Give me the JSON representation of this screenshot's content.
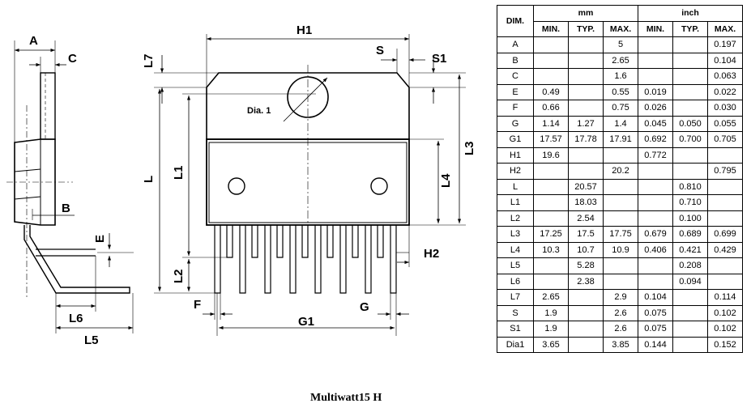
{
  "caption": "Multiwatt15 H",
  "diagram_labels": {
    "A": "A",
    "C": "C",
    "B": "B",
    "E": "E",
    "L5": "L5",
    "L6": "L6",
    "H1": "H1",
    "S": "S",
    "S1": "S1",
    "L7": "L7",
    "L": "L",
    "L1": "L1",
    "L2": "L2",
    "L3": "L3",
    "L4": "L4",
    "H2": "H2",
    "F": "F",
    "G": "G",
    "G1": "G1",
    "Dia1": "Dia. 1"
  },
  "table": {
    "header": {
      "dim": "DIM.",
      "mm": "mm",
      "inch": "inch"
    },
    "subheader": [
      "MIN.",
      "TYP.",
      "MAX.",
      "MIN.",
      "TYP.",
      "MAX."
    ],
    "rows": [
      [
        "A",
        "",
        "",
        "5",
        "",
        "",
        "0.197"
      ],
      [
        "B",
        "",
        "",
        "2.65",
        "",
        "",
        "0.104"
      ],
      [
        "C",
        "",
        "",
        "1.6",
        "",
        "",
        "0.063"
      ],
      [
        "E",
        "0.49",
        "",
        "0.55",
        "0.019",
        "",
        "0.022"
      ],
      [
        "F",
        "0.66",
        "",
        "0.75",
        "0.026",
        "",
        "0.030"
      ],
      [
        "G",
        "1.14",
        "1.27",
        "1.4",
        "0.045",
        "0.050",
        "0.055"
      ],
      [
        "G1",
        "17.57",
        "17.78",
        "17.91",
        "0.692",
        "0.700",
        "0.705"
      ],
      [
        "H1",
        "19.6",
        "",
        "",
        "0.772",
        "",
        ""
      ],
      [
        "H2",
        "",
        "",
        "20.2",
        "",
        "",
        "0.795"
      ],
      [
        "L",
        "",
        "20.57",
        "",
        "",
        "0.810",
        ""
      ],
      [
        "L1",
        "",
        "18.03",
        "",
        "",
        "0.710",
        ""
      ],
      [
        "L2",
        "",
        "2.54",
        "",
        "",
        "0.100",
        ""
      ],
      [
        "L3",
        "17.25",
        "17.5",
        "17.75",
        "0.679",
        "0.689",
        "0.699"
      ],
      [
        "L4",
        "10.3",
        "10.7",
        "10.9",
        "0.406",
        "0.421",
        "0.429"
      ],
      [
        "L5",
        "",
        "5.28",
        "",
        "",
        "0.208",
        ""
      ],
      [
        "L6",
        "",
        "2.38",
        "",
        "",
        "0.094",
        ""
      ],
      [
        "L7",
        "2.65",
        "",
        "2.9",
        "0.104",
        "",
        "0.114"
      ],
      [
        "S",
        "1.9",
        "",
        "2.6",
        "0.075",
        "",
        "0.102"
      ],
      [
        "S1",
        "1.9",
        "",
        "2.6",
        "0.075",
        "",
        "0.102"
      ],
      [
        "Dia1",
        "3.65",
        "",
        "3.85",
        "0.144",
        "",
        "0.152"
      ]
    ]
  }
}
